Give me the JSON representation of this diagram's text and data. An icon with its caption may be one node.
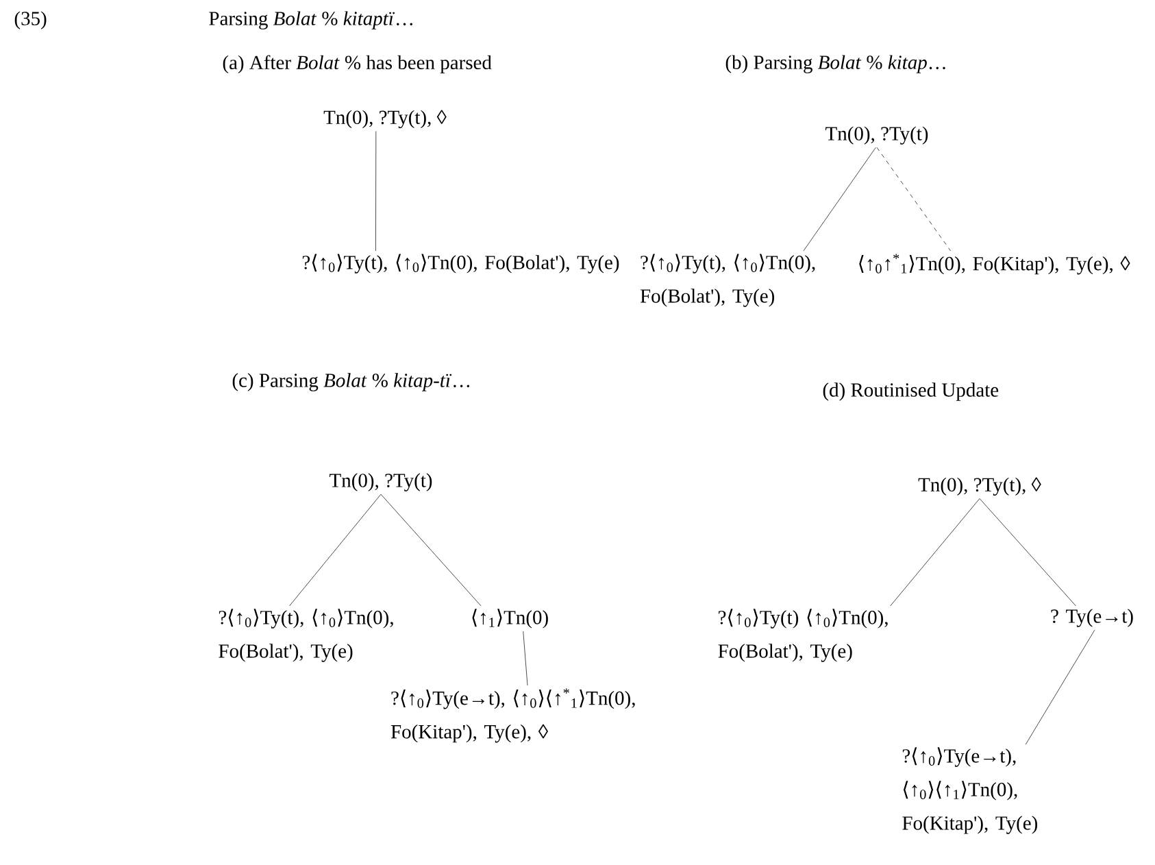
{
  "diagram": {
    "title": "Parsing *Bolat* % *kitaptï*…",
    "nodes": [
      {
        "text": [
          "Tn(0), ?Ty(t), ◊"
        ]
      },
      {
        "text": [
          "?⟨↑$_{0}$⟩Ty(t), ⟨↑$_{0}$⟩Tn(0), Fo(Bolat'), Ty(e)"
        ]
      },
      {
        "text": [
          "Tn(0), ?Ty(t)"
        ]
      },
      {
        "text": [
          "?⟨↑$_{0}$⟩Ty(t), ⟨↑$_{0}$⟩Tn(0), Fo(Bolat'), Ty(e)"
        ]
      },
      {
        "text": [
          "⟨↑$_{0}$↑$^{*}$$_{1}$⟩Tn(0), Fo(Kitap'), Ty(e), ◊"
        ]
      },
      {
        "text": [
          "Tn(0), ?Ty(t)"
        ]
      },
      {
        "text": [
          "?⟨↑$_{0}$⟩Ty(t), ⟨↑$_{0}$⟩Tn(0), Fo(Bolat'), Ty(e)"
        ]
      },
      {
        "text": [
          "⟨↑$_{1}$⟩Tn(0)"
        ]
      },
      {
        "text": [
          "?⟨↑$_{0}$⟩Ty(e→t), ⟨↑$_{0}$⟩⟨↑$^{*}$$_{1}$⟩Tn(0), Fo(Kitap'), Ty(e), ◊"
        ]
      },
      {
        "text": [
          "Tn(0), ?Ty(t), ◊"
        ]
      },
      {
        "text": [
          "?⟨↑$_{0}$⟩Ty(t) ⟨↑$_{0}$⟩Tn(0), Fo(Bolat'), Ty(e)"
        ]
      },
      {
        "text": [
          "? Ty(e→t)"
        ]
      },
      {
        "text": [
          "?⟨↑$_{0}$⟩Ty(e→t), ⟨↑$_{0}$⟩⟨↑$_{1}$⟩Tn(0), Fo(Kitap'), Ty(e)"
        ]
      }
    ],
    "edges": [
      {
        "from": 0,
        "to": 1,
        "arrow": "none"
      },
      {
        "from": 2,
        "to": 3,
        "arrow": "none"
      },
      {
        "from": 2,
        "to": 4,
        "arrow": "none",
        "style": "dashed"
      },
      {
        "from": 5,
        "to": 6,
        "arrow": "none"
      },
      {
        "from": 5,
        "to": 7,
        "arrow": "none"
      },
      {
        "from": 7,
        "to": 8,
        "arrow": "none"
      },
      {
        "from": 9,
        "to": 10,
        "arrow": "none"
      },
      {
        "from": 9,
        "to": 11,
        "arrow": "none"
      },
      {
        "from": 11,
        "to": 12,
        "arrow": "none"
      }
    ],
    "labels": [
      "(35)",
      "(a) After *Bolat* % has been parsed",
      "(b) Parsing *Bolat* % *kitap*…",
      "(c) Parsing *Bolat* % *kitap-tï*…",
      "(d) Routinised Update"
    ]
  }
}
